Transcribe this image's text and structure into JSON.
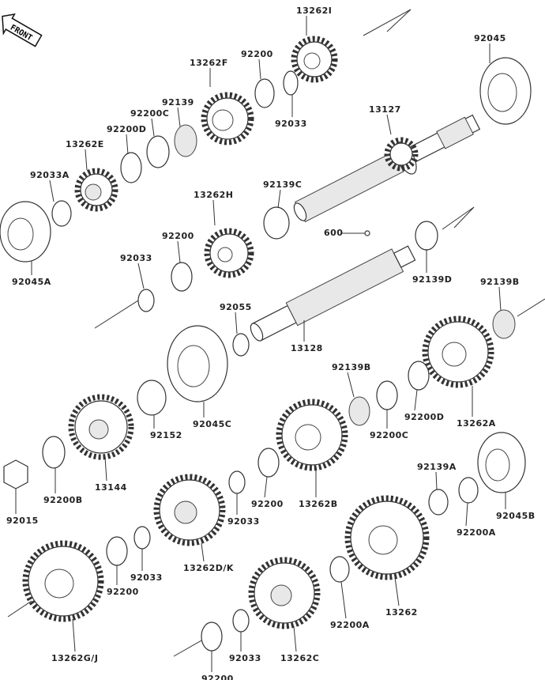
{
  "front_arrow": {
    "label": "FRONT",
    "icon": "front-direction-arrow-icon"
  },
  "labels": [
    "13262I",
    "92045",
    "92200",
    "13262F",
    "92139",
    "92200C",
    "92033",
    "13127",
    "92200D",
    "13262E",
    "92033A",
    "13262H",
    "92139C",
    "92200",
    "600",
    "92033",
    "92045A",
    "92139D",
    "92139B",
    "92055",
    "13128",
    "92139B",
    "92200D",
    "13262A",
    "92045C",
    "92152",
    "92200C",
    "13144",
    "92200B",
    "92015",
    "92200",
    "13262B",
    "92139A",
    "92045B",
    "92200A",
    "92033",
    "13262D/K",
    "92033",
    "92200",
    "92200A",
    "13262",
    "13262G/J",
    "92033",
    "13262C",
    "92200"
  ]
}
